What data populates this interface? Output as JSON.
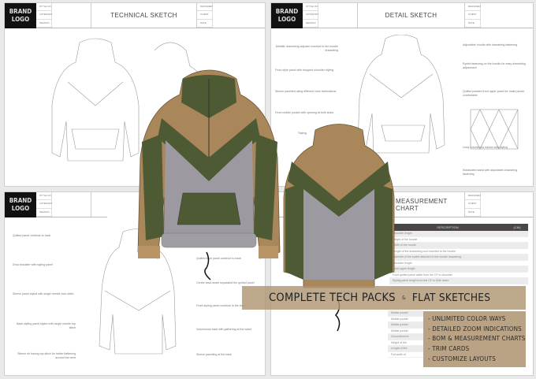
{
  "brand_logo": "BRAND LOGO",
  "header_fields_left": [
    "STYLE NO",
    "CATEGORY",
    "SEASON"
  ],
  "header_fields_right": [
    "DESIGNER",
    "CLIENT",
    "DATE"
  ],
  "sheets": {
    "technical": {
      "title": "TECHNICAL SKETCH"
    },
    "detail": {
      "title": "DETAIL SKETCH",
      "notes_left": [
        "Metallic drawstring adjuster inserted to the hoodie drawstring",
        "Front style panel with dropped shoulder styling",
        "Sleeve panelled using different color fabrications",
        "Front middle pocket with opening at both sides",
        "Styling"
      ],
      "notes_right": [
        "Adjustable hoodie with drawstring fastening",
        "Eyelet fastening on the hoodie for easy drawstring adjustment",
        "Quilted padded front upper panel for make jacket comfortable",
        "Long voluminous sleeve with styling",
        "Elasticated waist with adjustable drawstring fastening"
      ]
    },
    "back": {
      "notes_left": [
        "Quilted panel continue to back",
        "Drop shoulder with styling panel",
        "Sleeve panel styled with single needle lock stitch",
        "Back styling panel styled with single needle top stitch",
        "Sleeve rib having top stitch for better flattening around the wrist"
      ],
      "notes_right": [
        "Quilted back panel continue to back",
        "Centre back seam separated the quilted panel",
        "Front styling panel continue to the back",
        "Voluminous back with gathering at the waist",
        "Sleeve panelling at the back"
      ]
    },
    "measurement": {
      "title": "MEASUREMENT CHART",
      "columns": [
        "DESCRIPTION",
        "(CM)"
      ],
      "rows": [
        "Shoulder length",
        "Height of the hoodie",
        "Width of the hoodie",
        "Length of the drawstring cord inserted to the hoodie",
        "Diameter of the eyelet attached to the hoodie drawstring",
        "Shoulder length",
        "Front upper length",
        "Front quilted panel width from the CF to shoulder",
        "Styling panel length from the CF to Side seam"
      ],
      "lower_rows": [
        "Middle pocket",
        "Middle pocket",
        "Middle pocket",
        "Middle pocket",
        "Circumference",
        "Height of the",
        "Length of the",
        "Full width of"
      ]
    }
  },
  "banner": {
    "title": "COMPLETE TECH PACKS",
    "amp": "&",
    "title2": "FLAT SKETCHES"
  },
  "features": [
    "- UNLIMITED COLOR WAYS",
    "- DETAILED ZOOM INDICATIONS",
    "- BOM & MEASUREMENT CHARTS",
    "- TRIM CARDS",
    "- CUSTOMIZE LAYOUTS"
  ],
  "colors": {
    "tan": "#a9875a",
    "olive": "#4d5a34",
    "grey": "#9c9aa0",
    "banner": "#b0966f"
  }
}
